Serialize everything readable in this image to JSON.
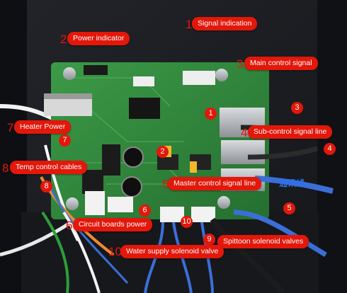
{
  "callouts": [
    {
      "number": "1",
      "label": "Signal indication"
    },
    {
      "number": "2",
      "label": "Power indicator"
    },
    {
      "number": "3",
      "label": "Main control signal"
    },
    {
      "number": "4",
      "label": "Sub-control signal line"
    },
    {
      "number": "5",
      "label": "Master control signal line"
    },
    {
      "number": "6",
      "label": "Circuit boards power"
    },
    {
      "number": "7",
      "label": "Heater Power"
    },
    {
      "number": "8",
      "label": "Temp control cables"
    },
    {
      "number": "9",
      "label": "Spittoon solenoid valves"
    },
    {
      "number": "10",
      "label": "Water supply solenoid valve"
    }
  ],
  "photo_badges": [
    "1",
    "2",
    "3",
    "4",
    "5",
    "6",
    "7",
    "8",
    "9",
    "10"
  ],
  "hardware_label": "通讯线",
  "colors": {
    "callout_red": "#e3170a",
    "pcb_green": "#2f8a3c",
    "cable_blue": "#3a6fd8"
  }
}
